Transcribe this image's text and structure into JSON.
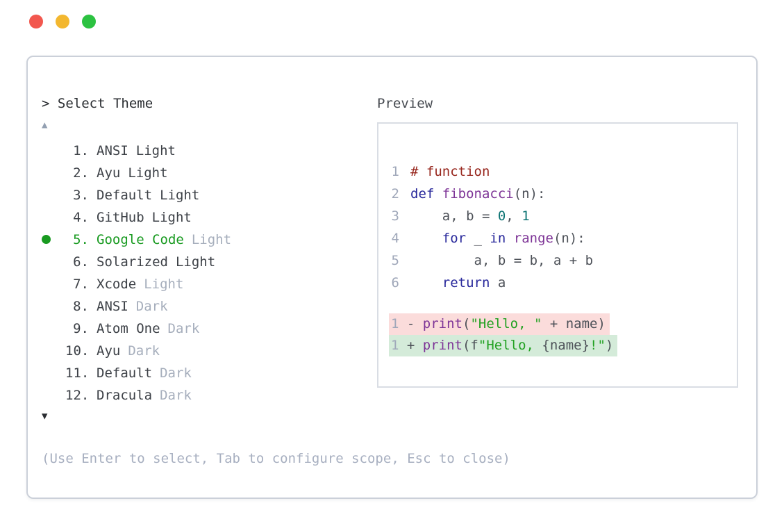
{
  "window": {
    "controls": [
      {
        "name": "close",
        "color": "#f2574e"
      },
      {
        "name": "minimize",
        "color": "#f3b72f"
      },
      {
        "name": "zoom",
        "color": "#2cc241"
      }
    ]
  },
  "selector": {
    "prompt_marker": ">",
    "title": "Select Theme",
    "scroll_up_indicator": "▲",
    "scroll_down_indicator": "▼",
    "items": [
      {
        "num": "1.",
        "name": "ANSI",
        "suffix": "Light",
        "muted_suffix": false,
        "selected": false
      },
      {
        "num": "2.",
        "name": "Ayu",
        "suffix": "Light",
        "muted_suffix": false,
        "selected": false
      },
      {
        "num": "3.",
        "name": "Default",
        "suffix": "Light",
        "muted_suffix": false,
        "selected": false
      },
      {
        "num": "4.",
        "name": "GitHub",
        "suffix": "Light",
        "muted_suffix": false,
        "selected": false
      },
      {
        "num": "5.",
        "name": "Google Code",
        "suffix": "Light",
        "muted_suffix": true,
        "selected": true
      },
      {
        "num": "6.",
        "name": "Solarized",
        "suffix": "Light",
        "muted_suffix": false,
        "selected": false
      },
      {
        "num": "7.",
        "name": "Xcode",
        "suffix": "Light",
        "muted_suffix": true,
        "selected": false
      },
      {
        "num": "8.",
        "name": "ANSI",
        "suffix": "Dark",
        "muted_suffix": true,
        "selected": false
      },
      {
        "num": "9.",
        "name": "Atom One",
        "suffix": "Dark",
        "muted_suffix": true,
        "selected": false
      },
      {
        "num": "10.",
        "name": "Ayu",
        "suffix": "Dark",
        "muted_suffix": true,
        "selected": false
      },
      {
        "num": "11.",
        "name": "Default",
        "suffix": "Dark",
        "muted_suffix": true,
        "selected": false
      },
      {
        "num": "12.",
        "name": "Dracula",
        "suffix": "Dark",
        "muted_suffix": true,
        "selected": false
      }
    ],
    "hint": "(Use Enter to select, Tab to configure scope, Esc to close)"
  },
  "preview": {
    "label": "Preview",
    "code_lines": [
      {
        "num": "1",
        "tokens": [
          {
            "t": "# function",
            "c": "comment"
          }
        ]
      },
      {
        "num": "2",
        "tokens": [
          {
            "t": "def",
            "c": "keyword"
          },
          {
            "t": " ",
            "c": "plain"
          },
          {
            "t": "fibonacci",
            "c": "func"
          },
          {
            "t": "(n):",
            "c": "plain"
          }
        ]
      },
      {
        "num": "3",
        "tokens": [
          {
            "t": "    a, b = ",
            "c": "plain"
          },
          {
            "t": "0",
            "c": "literal"
          },
          {
            "t": ", ",
            "c": "plain"
          },
          {
            "t": "1",
            "c": "literal"
          }
        ]
      },
      {
        "num": "4",
        "tokens": [
          {
            "t": "    ",
            "c": "plain"
          },
          {
            "t": "for",
            "c": "keyword"
          },
          {
            "t": " _ ",
            "c": "plain"
          },
          {
            "t": "in",
            "c": "keyword"
          },
          {
            "t": " ",
            "c": "plain"
          },
          {
            "t": "range",
            "c": "func"
          },
          {
            "t": "(n):",
            "c": "plain"
          }
        ]
      },
      {
        "num": "5",
        "tokens": [
          {
            "t": "        a, b = b, a + b",
            "c": "plain"
          }
        ]
      },
      {
        "num": "6",
        "tokens": [
          {
            "t": "    ",
            "c": "plain"
          },
          {
            "t": "return",
            "c": "keyword"
          },
          {
            "t": " a",
            "c": "plain"
          }
        ]
      }
    ],
    "diff_lines": [
      {
        "num": "1",
        "sign": "-",
        "type": "removed",
        "tokens": [
          {
            "t": "print",
            "c": "func"
          },
          {
            "t": "(",
            "c": "plain"
          },
          {
            "t": "\"Hello, \"",
            "c": "string"
          },
          {
            "t": " + name)",
            "c": "plain"
          }
        ]
      },
      {
        "num": "1",
        "sign": "+",
        "type": "added",
        "tokens": [
          {
            "t": "print",
            "c": "func"
          },
          {
            "t": "(f",
            "c": "plain"
          },
          {
            "t": "\"Hello, ",
            "c": "string"
          },
          {
            "t": "{name}",
            "c": "plain"
          },
          {
            "t": "!\"",
            "c": "string"
          },
          {
            "t": ")",
            "c": "plain"
          }
        ]
      }
    ]
  },
  "colors": {
    "accent_green": "#189a20",
    "muted_text": "#a6aebc",
    "panel_border": "#cbd0d9",
    "preview_border": "#d9dde4",
    "removed_bg": "#fbdcdb",
    "added_bg": "#d4ebd9",
    "comment": "#97261d",
    "keyword": "#28289b",
    "function": "#7e3597",
    "literal": "#0d7474",
    "string": "#21a121",
    "line_number": "#9fa7b9"
  }
}
